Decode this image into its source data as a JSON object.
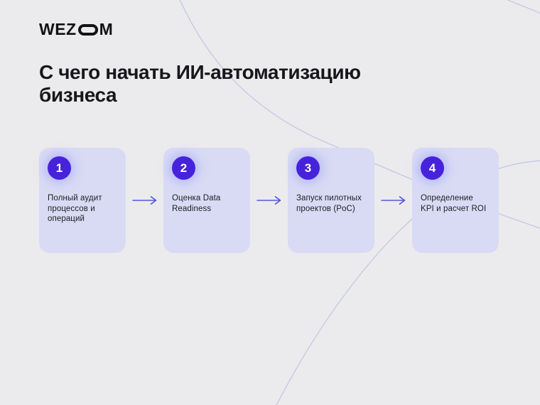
{
  "logo": {
    "prefix": "WEZ",
    "suffix": "M"
  },
  "heading": {
    "line1": "С чего начать ИИ-автоматизацию",
    "line2": "бизнеса"
  },
  "steps": [
    {
      "number": "1",
      "text": "Полный аудит процессов и операций"
    },
    {
      "number": "2",
      "text": "Оценка Data Readiness"
    },
    {
      "number": "3",
      "text": "Запуск пилотных проектов (PoC)"
    },
    {
      "number": "4",
      "text": "Определение KPI и расчет ROI"
    }
  ],
  "colors": {
    "background": "#ebebed",
    "card_background": "#d9dbf4",
    "badge": "#4722db",
    "arrow": "#5558da",
    "decor_line": "#a9abe0",
    "text_dark": "#17171b"
  }
}
